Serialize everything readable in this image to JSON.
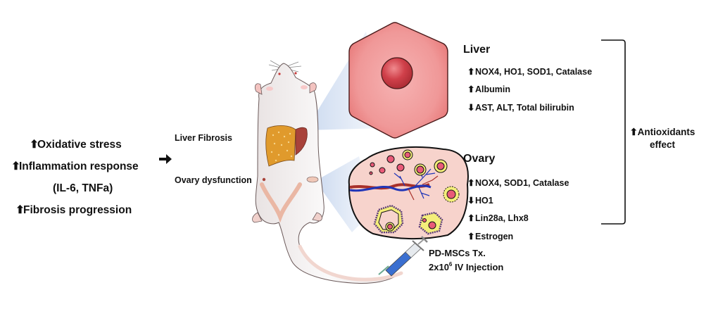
{
  "left_panel": {
    "items": [
      {
        "arrow": "up",
        "text": "Oxidative stress"
      },
      {
        "arrow": "up",
        "text": "Inflammation response"
      },
      {
        "arrow": "none",
        "text": "(IL-6, TNFa)"
      },
      {
        "arrow": "up",
        "text": "Fibrosis progression"
      }
    ],
    "connector_arrow": "right-arrow"
  },
  "middle_labels": {
    "liver": "Liver Fibrosis",
    "ovary": "Ovary dysfunction"
  },
  "illustrations": {
    "animal": "rat",
    "liver_cell": "hepatocyte",
    "ovary": "ovary-with-follicles",
    "syringe": "syringe"
  },
  "liver": {
    "title": "Liver",
    "items": [
      {
        "arrow": "up",
        "text": "NOX4, HO1, SOD1, Catalase"
      },
      {
        "arrow": "up",
        "text": "Albumin"
      },
      {
        "arrow": "down",
        "text": "AST, ALT, Total bilirubin"
      }
    ]
  },
  "ovary": {
    "title": "Ovary",
    "items": [
      {
        "arrow": "up",
        "text": "NOX4, SOD1, Catalase"
      },
      {
        "arrow": "down",
        "text": "HO1"
      },
      {
        "arrow": "up",
        "text": "Lin28a, Lhx8"
      },
      {
        "arrow": "up",
        "text": "Estrogen"
      }
    ]
  },
  "summary": {
    "arrow": "up",
    "line1": "Antioxidants",
    "line2": "effect"
  },
  "injection": {
    "line1": "PD-MSCs Tx.",
    "line2_prefix": "2x10",
    "line2_sup": "6",
    "line2_suffix": " IV Injection"
  },
  "colors": {
    "text": "#111111",
    "cell_fill": "#ef8f8f",
    "cell_nucleus": "#c8323a",
    "ovary_fill": "#f7d3cc",
    "follicle_yellow": "#f4ee7a",
    "oocyte_pink": "#e95a78",
    "vein_blue": "#2036b8",
    "artery_red": "#a8302a",
    "liver_orange": "#e09a2c",
    "liver_red": "#a8423a",
    "zoom_cone": "#c9d8ef",
    "rat_body": "#f7f4f4",
    "tail": "#f1d6cf"
  }
}
